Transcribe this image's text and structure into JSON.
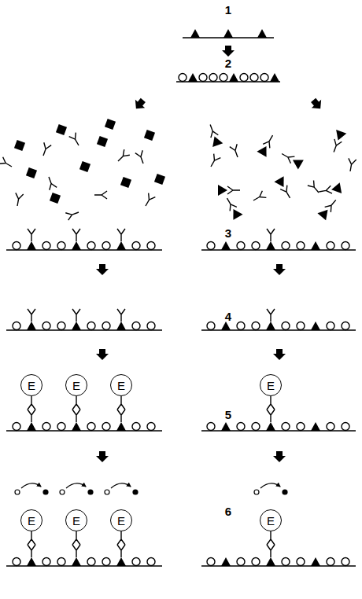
{
  "diagram": {
    "nodes": [
      {
        "text": [
          "E"
        ]
      },
      {
        "text": [
          "E"
        ]
      },
      {
        "text": [
          "E"
        ]
      },
      {
        "text": [
          "E"
        ]
      },
      {
        "text": [
          "E"
        ]
      },
      {
        "text": [
          "E"
        ]
      },
      {
        "text": [
          "E"
        ]
      },
      {
        "text": [
          "E"
        ]
      }
    ],
    "labels": [
      "1",
      "2",
      "3",
      "4",
      "5",
      "6"
    ]
  }
}
